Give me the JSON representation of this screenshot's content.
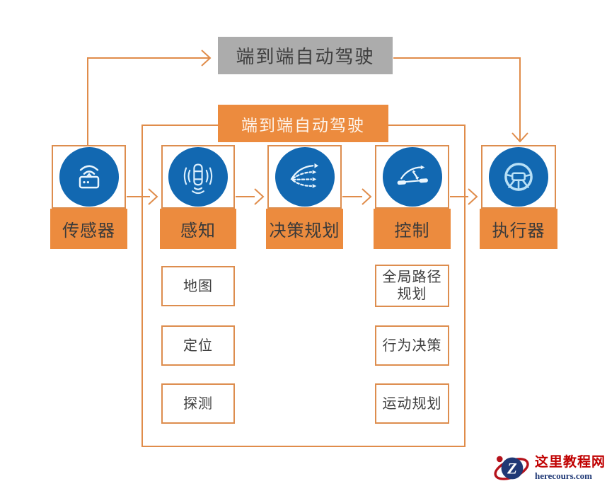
{
  "top_title": {
    "label": "端到端自动驾驶"
  },
  "banner": {
    "label": "端到端自动驾驶"
  },
  "pipeline": [
    {
      "label": "传感器",
      "icon": "sensor-signal-icon"
    },
    {
      "label": "感知",
      "icon": "car-radar-icon"
    },
    {
      "label": "决策规划",
      "icon": "branching-arrows-icon"
    },
    {
      "label": "控制",
      "icon": "lane-control-icon"
    },
    {
      "label": "执行器",
      "icon": "steering-wheel-icon"
    }
  ],
  "perception_modules": [
    {
      "label": "地图"
    },
    {
      "label": "定位"
    },
    {
      "label": "探测"
    }
  ],
  "control_modules": [
    {
      "label": "全局路径规划"
    },
    {
      "label": "行为决策"
    },
    {
      "label": "运动规划"
    }
  ],
  "logo": {
    "site_name": "这里教程网",
    "site_url": "herecours.com",
    "monogram": "Z"
  },
  "colors": {
    "orange_fill": "#ec8b3e",
    "orange_line": "#e08c4a",
    "circle_blue": "#1268b1",
    "title_gray": "#acacac",
    "logo_red": "#b5121b",
    "logo_navy": "#1f3875"
  }
}
